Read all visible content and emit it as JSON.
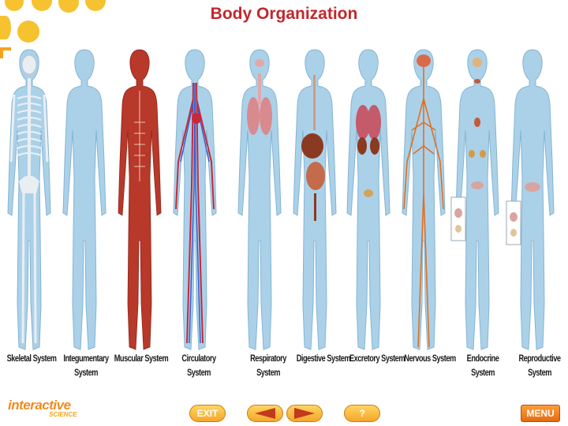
{
  "header": {
    "title": "Body Organization"
  },
  "colors": {
    "title": "#c0282d",
    "body_blue": "#a7cfe8",
    "body_outline": "#7fb0d0",
    "accent_yellow": "#f6c22f",
    "muscle_red": "#b8382a",
    "vessel_red": "#c8283a",
    "vessel_blue": "#3a5fc8",
    "organ_brown": "#8a3a20",
    "nerve_orange": "#e07020",
    "bone_white": "#e9eef2"
  },
  "systems": [
    {
      "name": "Skeletal System",
      "lines": [
        "Skeletal System"
      ],
      "icon": "skeleton-figure"
    },
    {
      "name": "Integumentary System",
      "lines": [
        "Integumentary",
        "System"
      ],
      "icon": "skin-figure"
    },
    {
      "name": "Muscular System",
      "lines": [
        "Muscular System"
      ],
      "icon": "muscle-figure"
    },
    {
      "name": "Circulatory System",
      "lines": [
        "Circulatory",
        "System"
      ],
      "icon": "vessels-figure"
    },
    {
      "name": "Respiratory System",
      "lines": [
        "Respiratory System"
      ],
      "icon": "lungs-figure"
    },
    {
      "name": "Digestive System",
      "lines": [
        "Digestive System"
      ],
      "icon": "digestive-figure"
    },
    {
      "name": "Excretory System",
      "lines": [
        "Excretory System"
      ],
      "icon": "kidney-figure"
    },
    {
      "name": "Nervous System",
      "lines": [
        "Nervous System"
      ],
      "icon": "nerves-figure"
    },
    {
      "name": "Endocrine System",
      "lines": [
        "Endocrine System"
      ],
      "icon": "glands-figure"
    },
    {
      "name": "Reproductive System",
      "lines": [
        "Reproductive System"
      ],
      "icon": "reproductive-figure"
    }
  ],
  "footer": {
    "brand_main": "interactive",
    "brand_sub": "SCIENCE",
    "exit_label": "EXIT",
    "help_label": "?",
    "menu_label": "MENU"
  }
}
